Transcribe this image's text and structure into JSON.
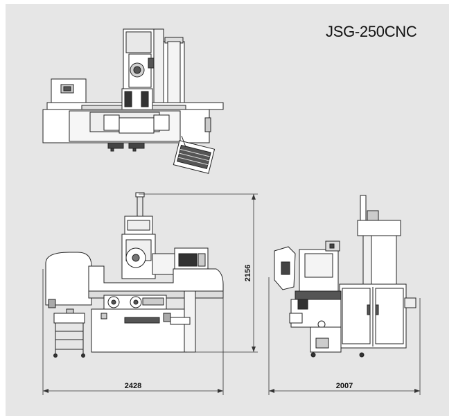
{
  "model": "JSG-250CNC",
  "dimensions": {
    "height": "2156",
    "width": "2428",
    "depth": "2007"
  },
  "colors": {
    "panel_background": "#e6e6e6",
    "line": "#222222",
    "machine_fill": "#ffffff"
  }
}
